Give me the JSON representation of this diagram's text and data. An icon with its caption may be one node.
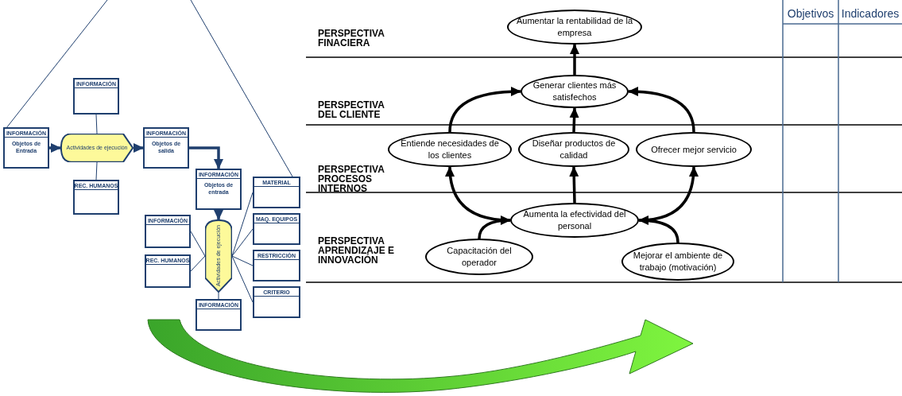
{
  "diagram": {
    "nodes": [
      {
        "text": [
          "INFORMACIÓN",
          "Objetos de Entrada"
        ]
      },
      {
        "text": [
          "INFORMACIÓN"
        ]
      },
      {
        "text": [
          "Actividades de ejecución"
        ]
      },
      {
        "text": [
          "REC. HUMANOS"
        ]
      },
      {
        "text": [
          "INFORMACIÓN",
          "Objetos de salida"
        ]
      },
      {
        "text": [
          "INFORMACIÓN",
          "Objetos de entrada"
        ]
      },
      {
        "text": [
          "INFORMACIÓN"
        ]
      },
      {
        "text": [
          "REC. HUMANOS"
        ]
      },
      {
        "text": [
          "Actividades de ejecución"
        ]
      },
      {
        "text": [
          "INFORMACIÓN"
        ]
      },
      {
        "text": [
          "MATERIAL"
        ]
      },
      {
        "text": [
          "MAQ. EQUIPOS"
        ]
      },
      {
        "text": [
          "RESTRICCIÓN"
        ]
      },
      {
        "text": [
          "CRITERIO"
        ]
      },
      {
        "text": [
          "Aumentar la rentabilidad de la empresa"
        ]
      },
      {
        "text": [
          "Generar clientes más satisfechos"
        ]
      },
      {
        "text": [
          "Entiende necesidades de los clientes"
        ]
      },
      {
        "text": [
          "Diseñar productos de calidad"
        ]
      },
      {
        "text": [
          "Ofrecer mejor servicio"
        ]
      },
      {
        "text": [
          "Aumenta la efectividad del personal"
        ]
      },
      {
        "text": [
          "Capacitación del operador"
        ]
      },
      {
        "text": [
          "Mejorar el ambiente de trabajo (motivación)"
        ]
      }
    ],
    "edges": [
      {
        "from": 0,
        "to": 2,
        "arrow": "to"
      },
      {
        "from": 2,
        "to": 4,
        "arrow": "to"
      },
      {
        "from": 4,
        "to": 5,
        "arrow": "to"
      },
      {
        "from": 5,
        "to": 8,
        "arrow": "to"
      },
      {
        "from": 1,
        "to": 2,
        "arrow": "none"
      },
      {
        "from": 3,
        "to": 2,
        "arrow": "none"
      },
      {
        "from": 6,
        "to": 8,
        "arrow": "none"
      },
      {
        "from": 7,
        "to": 8,
        "arrow": "none"
      },
      {
        "from": 9,
        "to": 8,
        "arrow": "none"
      },
      {
        "from": 10,
        "to": 8,
        "arrow": "none"
      },
      {
        "from": 11,
        "to": 8,
        "arrow": "none"
      },
      {
        "from": 12,
        "to": 8,
        "arrow": "none"
      },
      {
        "from": 13,
        "to": 8,
        "arrow": "none"
      },
      {
        "from": null,
        "to": 0,
        "arrow": "none"
      },
      {
        "from": null,
        "to": 10,
        "arrow": "none"
      },
      {
        "from": 15,
        "to": 14,
        "arrow": "to",
        "color": "#000000"
      },
      {
        "from": 16,
        "to": 15,
        "arrow": "to",
        "color": "#000000"
      },
      {
        "from": 17,
        "to": 15,
        "arrow": "to",
        "color": "#000000"
      },
      {
        "from": 18,
        "to": 15,
        "arrow": "to",
        "color": "#000000"
      },
      {
        "from": 19,
        "to": 16,
        "arrow": "to",
        "color": "#000000"
      },
      {
        "from": 19,
        "to": 17,
        "arrow": "to",
        "color": "#000000"
      },
      {
        "from": 19,
        "to": 18,
        "arrow": "to",
        "color": "#000000"
      },
      {
        "from": 20,
        "to": 19,
        "arrow": "to",
        "color": "#000000"
      },
      {
        "from": 21,
        "to": 19,
        "arrow": "to",
        "color": "#000000"
      }
    ],
    "labels": [
      "PERSPECTIVA FINACIERA",
      "PERSPECTIVA DEL CLIENTE",
      "PERSPECTIVA PROCESOS INTERNOS",
      "PERSPECTIVA APRENDIZAJE E INNOVACIÓN",
      "Objetivos",
      "Indicadores"
    ]
  }
}
